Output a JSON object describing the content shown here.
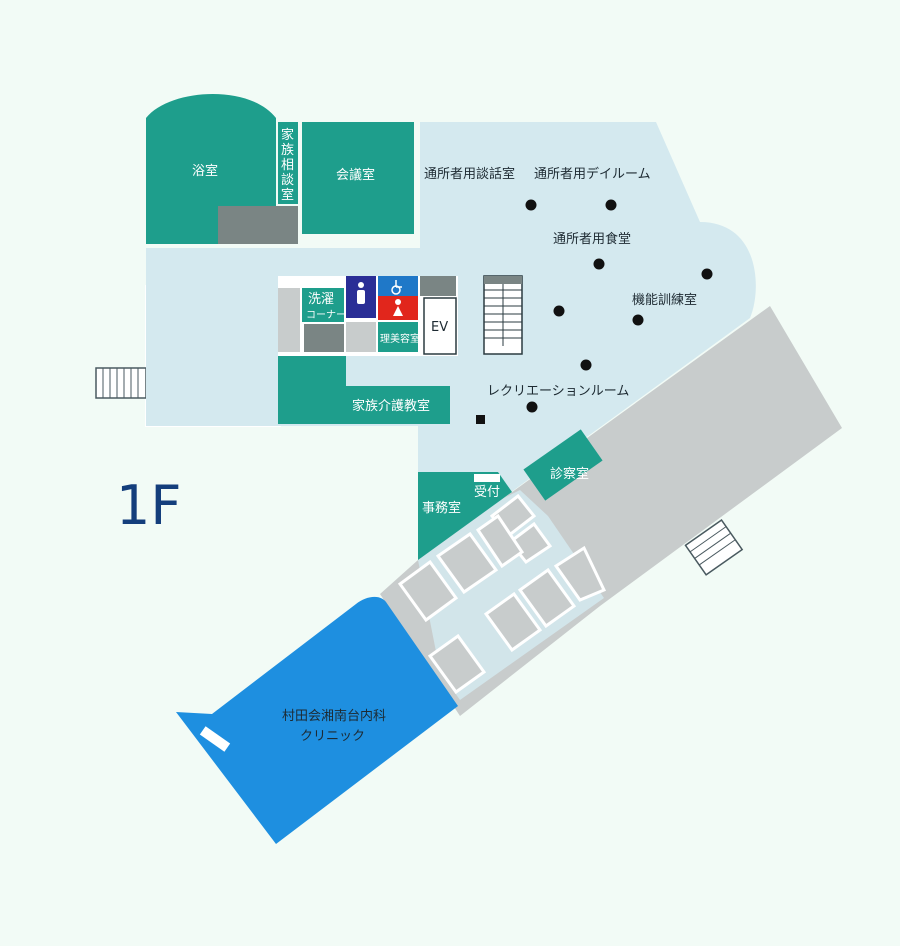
{
  "floor_label": "1F",
  "colors": {
    "background": "#f2fbf6",
    "room_green": "#1e9e8c",
    "common_area": "#d4e9ef",
    "clinic": "#1e8fe0",
    "service": "#c8cccc",
    "dark_gray": "#7a8584",
    "wc_navy": "#2a2e96",
    "wc_red": "#e1261c",
    "wc_blue": "#1f78c8",
    "floor_text": "#143e7c"
  },
  "rooms": {
    "bath": "浴室",
    "family_consultation": [
      "家",
      "族",
      "相",
      "談",
      "室"
    ],
    "meeting": "会議室",
    "day_consultation": "通所者用談話室",
    "day_room": "通所者用デイルーム",
    "day_dining": "通所者用食堂",
    "rehab": "機能訓練室",
    "recreation": "レクリエーションルーム",
    "laundry": "洗濯",
    "laundry_corner": "コーナー",
    "barber": "理美容室",
    "elevator": "EV",
    "family_care": "家族介護教室",
    "office": "事務室",
    "reception": "受付",
    "exam": "診察室",
    "clinic_name": "村田会湘南台内科",
    "clinic_sub": "クリニック"
  },
  "icons": [
    "restroom-male-icon",
    "wheelchair-icon",
    "restroom-female-icon",
    "stairs-icon",
    "elevator-icon"
  ]
}
